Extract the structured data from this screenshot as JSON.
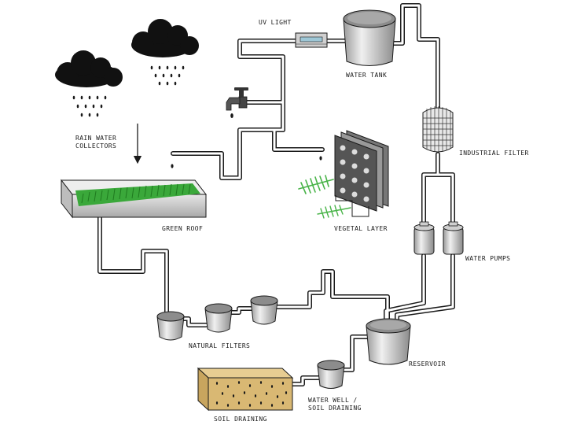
{
  "labels": {
    "uv_light": "UV LIGHT",
    "water_tank": "WATER TANK",
    "rain_collectors_line1": "RAIN WATER",
    "rain_collectors_line2": "COLLECTORS",
    "industrial_filter": "INDUSTRIAL FILTER",
    "green_roof": "GREEN ROOF",
    "vegetal_layer": "VEGETAL LAYER",
    "water_pumps": "WATER PUMPS",
    "natural_filters": "NATURAL FILTERS",
    "reservoir": "RESERVOIR",
    "water_well_line1": "WATER WELL /",
    "water_well_line2": "SOIL DRAINING",
    "soil_draining": "SOIL DRAINING"
  },
  "colors": {
    "pipe": "#1a1a1a",
    "cloud": "#111111",
    "grass": "#3aa83a",
    "fern": "#49b449",
    "soil": "#d9b873",
    "metal": "#c8c8c8",
    "panel": "#555555"
  }
}
